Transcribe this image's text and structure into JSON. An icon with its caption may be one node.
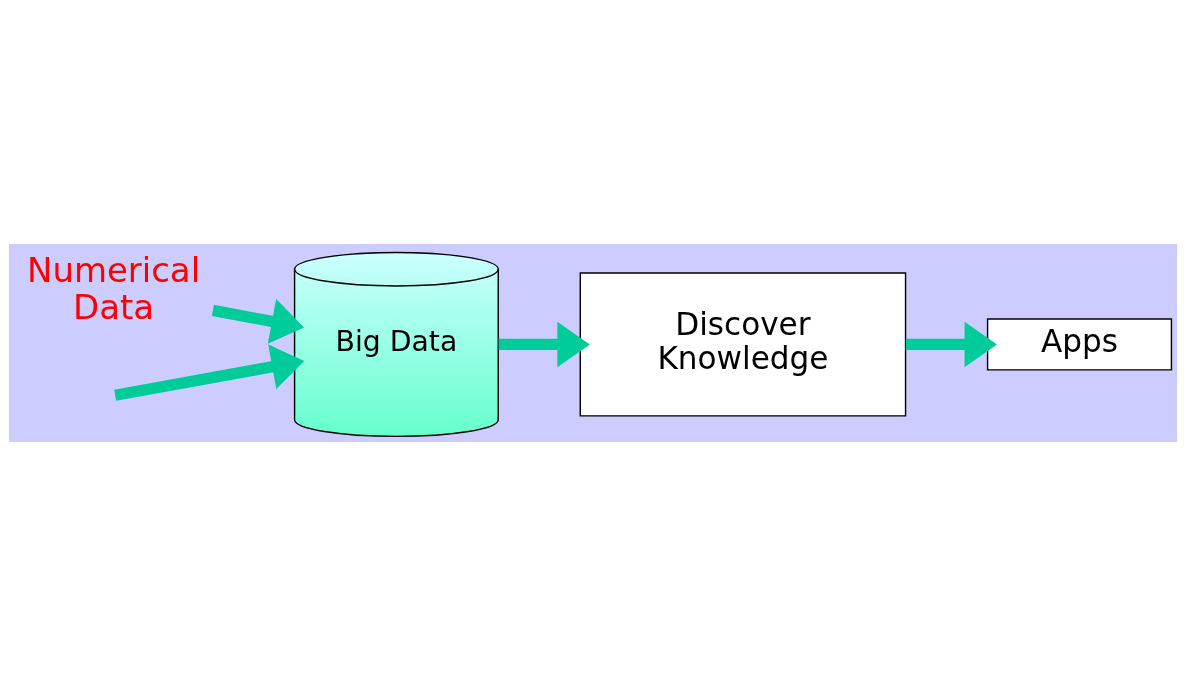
{
  "diagram": {
    "nodes": [
      {
        "text": [
          "Big Data"
        ]
      },
      {
        "text": [
          "Discover Knowledge"
        ]
      },
      {
        "text": [
          "Apps"
        ]
      },
      {
        "text": [
          "Numerical Data"
        ]
      }
    ],
    "edges": [
      {
        "from": null,
        "to": 0,
        "arrow": "to"
      },
      {
        "from": 3,
        "to": 0,
        "arrow": "to"
      },
      {
        "from": 0,
        "to": 1,
        "arrow": "to"
      },
      {
        "from": 1,
        "to": 2,
        "arrow": "to"
      }
    ]
  }
}
